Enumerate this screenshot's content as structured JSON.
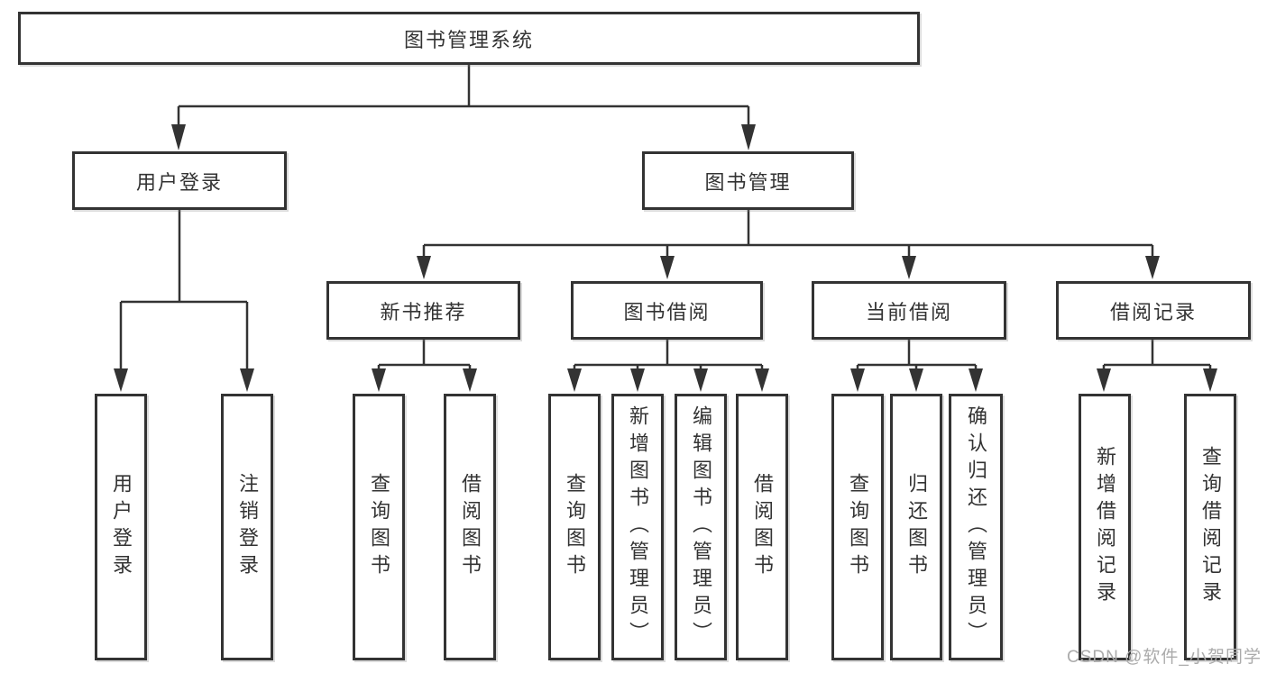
{
  "diagram": {
    "root": {
      "label": "图书管理系统"
    },
    "level2": {
      "user_login": "用户登录",
      "book_management": "图书管理"
    },
    "level3": {
      "new_books": "新书推荐",
      "book_borrow": "图书借阅",
      "current_borrow": "当前借阅",
      "borrow_records": "借阅记录"
    },
    "leaves": {
      "user_login": [
        "用户登录",
        "注销登录"
      ],
      "new_books": [
        "查询图书",
        "借阅图书"
      ],
      "book_borrow": [
        "查询图书",
        "新增图书（管理员）",
        "编辑图书（管理员）",
        "借阅图书"
      ],
      "current_borrow": [
        "查询图书",
        "归还图书",
        "确认归还（管理员）"
      ],
      "borrow_records": [
        "新增借阅记录",
        "查询借阅记录"
      ]
    },
    "colors": {
      "line": "#333333",
      "box_border": "#333333",
      "box_fill": "#ffffff",
      "text": "#333333"
    }
  },
  "watermark": {
    "text": "CSDN @软件_小贺同学",
    "color": "#ababab"
  }
}
